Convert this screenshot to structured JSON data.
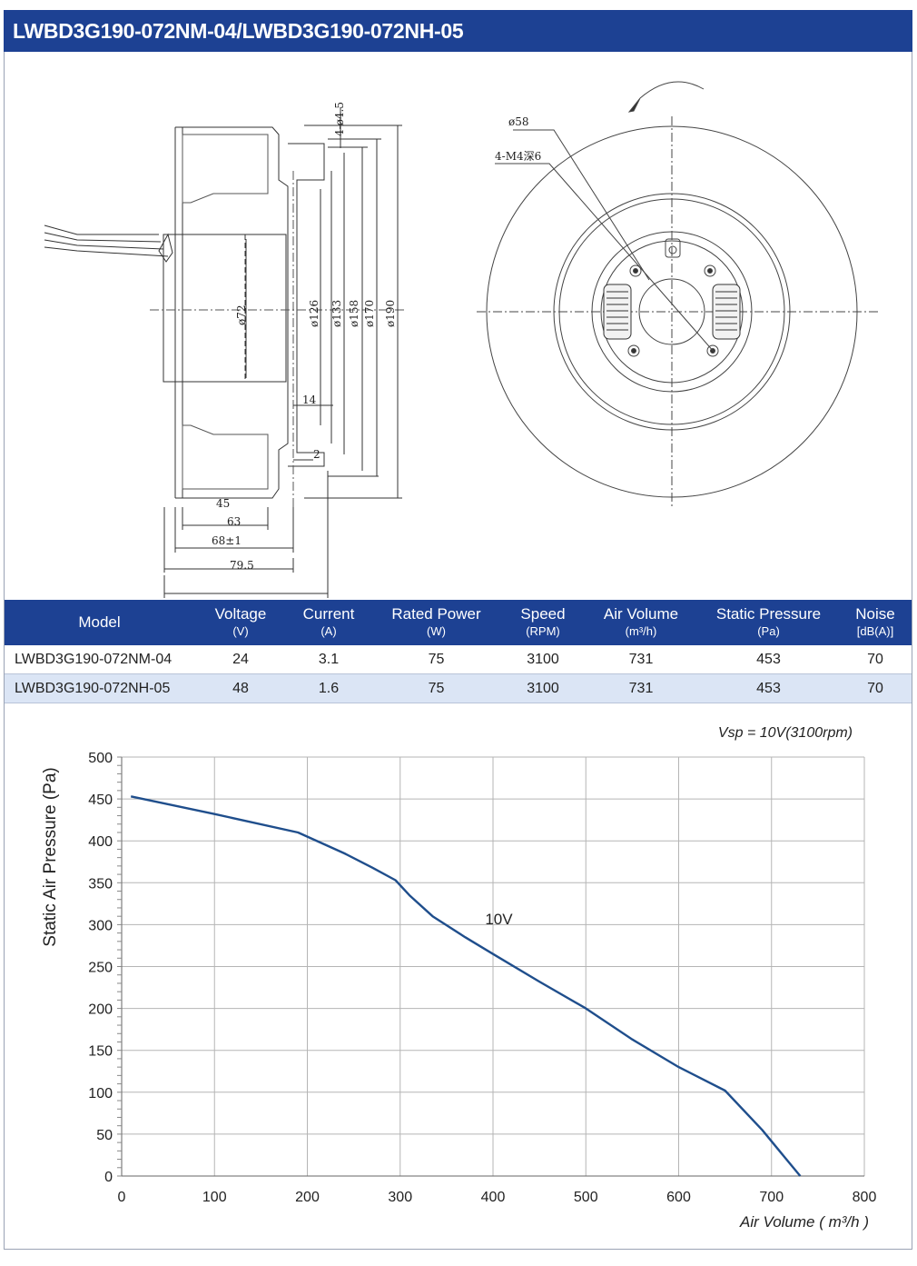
{
  "header": {
    "title": "LWBD3G190-072NM-04/LWBD3G190-072NH-05"
  },
  "drawing": {
    "side_view": {
      "dims": {
        "screw_holes": "4-ø4.5",
        "d126": "ø126",
        "d133": "ø133",
        "d158": "ø158",
        "d170": "ø170",
        "d190": "ø190",
        "d72": "ø72",
        "d14": "14",
        "d2": "2",
        "w45": "45",
        "w63": "63",
        "w68": "68±1",
        "w795": "79.5"
      }
    },
    "front_view": {
      "d58": "ø58",
      "thread": "4-M4深6"
    }
  },
  "table": {
    "headers": [
      {
        "name": "Model",
        "unit": ""
      },
      {
        "name": "Voltage",
        "unit": "(V)"
      },
      {
        "name": "Current",
        "unit": "(A)"
      },
      {
        "name": "Rated Power",
        "unit": "(W)"
      },
      {
        "name": "Speed",
        "unit": "(RPM)"
      },
      {
        "name": "Air Volume",
        "unit": "(m³/h)"
      },
      {
        "name": "Static Pressure",
        "unit": "(Pa)"
      },
      {
        "name": "Noise",
        "unit": "[dB(A)]"
      }
    ],
    "rows": [
      [
        "LWBD3G190-072NM-04",
        "24",
        "3.1",
        "75",
        "3100",
        "731",
        "453",
        "70"
      ],
      [
        "LWBD3G190-072NH-05",
        "48",
        "1.6",
        "75",
        "3100",
        "731",
        "453",
        "70"
      ]
    ]
  },
  "chart_data": {
    "type": "line",
    "title": "",
    "annotation": "Vsp = 10V(3100rpm)",
    "xlabel": "Air Volume ( m³/h )",
    "ylabel": "Static Air Pressure  (Pa)",
    "xlim": [
      0,
      800
    ],
    "ylim": [
      0,
      500
    ],
    "x_ticks": [
      "0",
      "100",
      "200",
      "300",
      "400",
      "500",
      "600",
      "700",
      "800"
    ],
    "y_ticks": [
      "0",
      "50",
      "100",
      "150",
      "200",
      "250",
      "300",
      "350",
      "400",
      "450",
      "500"
    ],
    "grid": true,
    "series": [
      {
        "name": "10V",
        "color": "#1f4e8c",
        "x": [
          10,
          100,
          190,
          240,
          270,
          295,
          310,
          335,
          370,
          400,
          450,
          500,
          550,
          600,
          650,
          690,
          710,
          731
        ],
        "y": [
          453,
          432,
          410,
          385,
          368,
          353,
          335,
          310,
          285,
          265,
          232,
          200,
          163,
          130,
          102,
          55,
          28,
          0
        ]
      }
    ]
  }
}
